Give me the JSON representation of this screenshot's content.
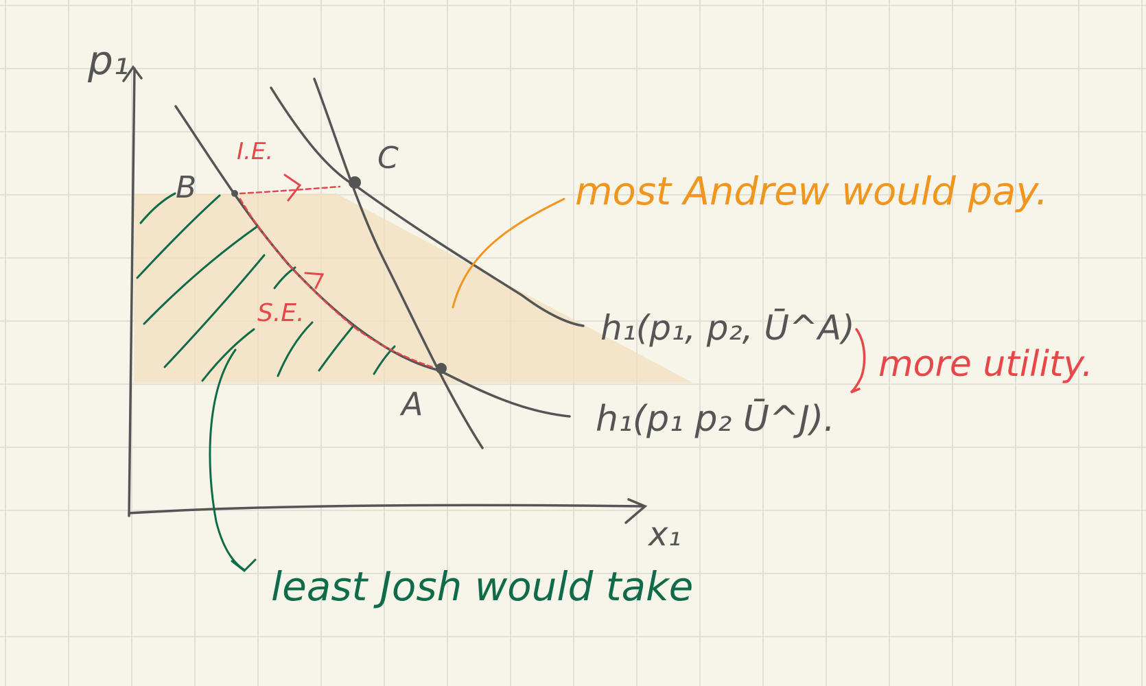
{
  "colors": {
    "paper": "#f7f5ea",
    "grid": "#d9d9cf",
    "ink": "#555555",
    "red": "#e8474a",
    "orange": "#f0961e",
    "green": "#0f6b4a",
    "shade": "#f3dfbf"
  },
  "axes": {
    "y_label": "p₁",
    "x_label": "x₁"
  },
  "points": {
    "a": "A",
    "b": "B",
    "c": "C"
  },
  "curves": {
    "andrew_hicksian": "h₁(p₁, p₂, Ū^A)",
    "josh_hicksian": "h₁(p₁ p₂ Ū^J)."
  },
  "effects": {
    "income_effect": "I.E.",
    "substitution_effect": "S.E."
  },
  "annotations": {
    "most_andrew": "most Andrew would pay.",
    "least_josh": "least Josh would take",
    "more_utility": "more utility."
  }
}
